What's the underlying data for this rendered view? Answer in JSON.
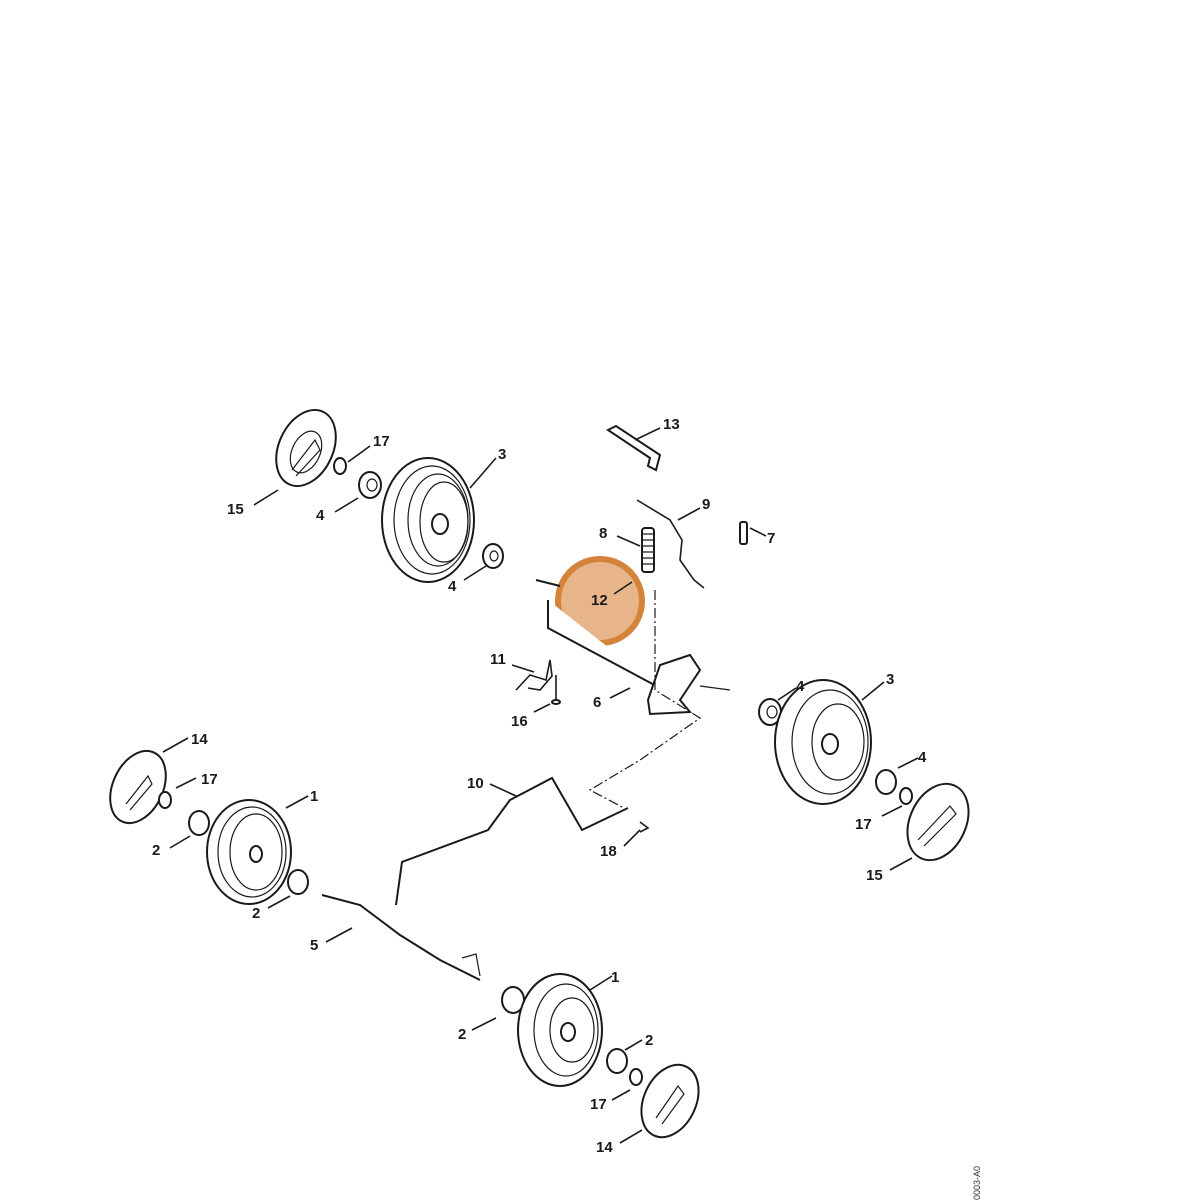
{
  "highlight": {
    "part": "12",
    "color": "#E8B48A",
    "stroke": "#D4843A"
  },
  "callouts": [
    {
      "id": "c13",
      "n": "13"
    },
    {
      "id": "c17a",
      "n": "17"
    },
    {
      "id": "c3a",
      "n": "3"
    },
    {
      "id": "c15a",
      "n": "15"
    },
    {
      "id": "c4a",
      "n": "4"
    },
    {
      "id": "c4b",
      "n": "4"
    },
    {
      "id": "c9",
      "n": "9"
    },
    {
      "id": "c8",
      "n": "8"
    },
    {
      "id": "c7",
      "n": "7"
    },
    {
      "id": "c12",
      "n": "12"
    },
    {
      "id": "c11",
      "n": "11"
    },
    {
      "id": "c16",
      "n": "16"
    },
    {
      "id": "c6",
      "n": "6"
    },
    {
      "id": "c4c",
      "n": "4"
    },
    {
      "id": "c3b",
      "n": "3"
    },
    {
      "id": "c4d",
      "n": "4"
    },
    {
      "id": "c17b",
      "n": "17"
    },
    {
      "id": "c15b",
      "n": "15"
    },
    {
      "id": "c14a",
      "n": "14"
    },
    {
      "id": "c17c",
      "n": "17"
    },
    {
      "id": "c1a",
      "n": "1"
    },
    {
      "id": "c2a",
      "n": "2"
    },
    {
      "id": "c2b",
      "n": "2"
    },
    {
      "id": "c10",
      "n": "10"
    },
    {
      "id": "c18",
      "n": "18"
    },
    {
      "id": "c5",
      "n": "5"
    },
    {
      "id": "c1b",
      "n": "1"
    },
    {
      "id": "c2c",
      "n": "2"
    },
    {
      "id": "c2d",
      "n": "2"
    },
    {
      "id": "c17d",
      "n": "17"
    },
    {
      "id": "c14b",
      "n": "14"
    }
  ],
  "drawing_code": "0003-A0"
}
